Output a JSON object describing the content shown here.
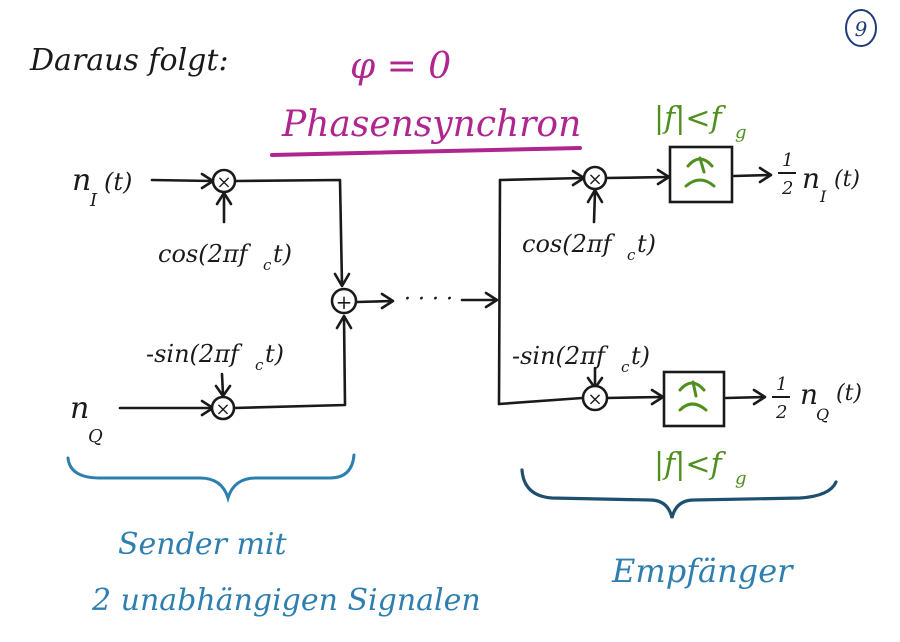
{
  "page_number": "9",
  "intro": "Daraus folgt:",
  "phase_eq": "φ = 0",
  "phase_label": "Phasensynchron",
  "sender": {
    "input_i": {
      "base": "n",
      "sub": "I",
      "arg": "(t)"
    },
    "input_q": {
      "base": "n",
      "sub": "Q",
      "arg": ""
    },
    "carrier_i": "cos(2πf",
    "carrier_i_sub": "c",
    "carrier_i_end": "t)",
    "carrier_q": "-sin(2πf",
    "carrier_q_sub": "c",
    "carrier_q_end": "t)",
    "mixer_symbol": "×",
    "adder_symbol": "+",
    "brace_label_line1": "Sender mit",
    "brace_label_line2": "2 unabhängigen Signalen"
  },
  "channel_dots": "· · · ·",
  "receiver": {
    "carrier_i": "cos(2πf",
    "carrier_i_sub": "c",
    "carrier_i_end": "t)",
    "carrier_q": "-sin(2πf",
    "carrier_q_sub": "c",
    "carrier_q_end": "t)",
    "filter_cond_top": "|f|<f",
    "filter_cond_top_sub": "g",
    "filter_cond_bottom": "|f|<f",
    "filter_cond_bottom_sub": "g",
    "out_i": {
      "frac_num": "1",
      "frac_den": "2",
      "base": "n",
      "sub": "I",
      "arg": "(t)"
    },
    "out_q": {
      "frac_num": "1",
      "frac_den": "2",
      "base": "n",
      "sub": "Q",
      "arg": "(t)"
    },
    "brace_label": "Empfänger"
  },
  "colors": {
    "ink": "#1a1a1a",
    "magenta": "#b0268f",
    "green": "#4f8f1e",
    "blue": "#2e7fb0"
  }
}
